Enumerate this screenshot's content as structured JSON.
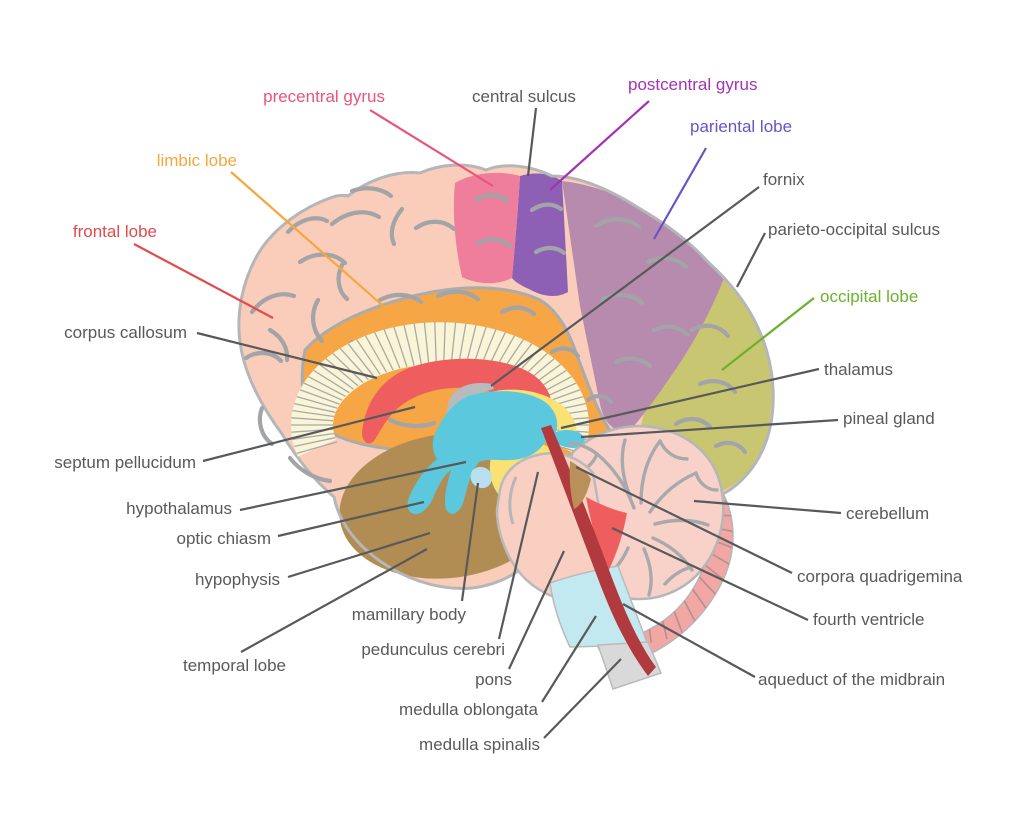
{
  "figure": {
    "kind": "labeled anatomical diagram",
    "subject_visible_text_only": true
  },
  "palette": {
    "background": "#ffffff",
    "outline_gray": "#b5b6b8",
    "sulci_gray": "#a2a4a8",
    "cortex_peach": "#f9cdb9",
    "precentral_pink": "#ef7d9c",
    "postcentral_purple": "#8d60b6",
    "parietal_mauve": "#b68bae",
    "occipital_olive": "#c9c672",
    "limbic_orange": "#f7a645",
    "corpus_callosum_cream": "#f9f5d6",
    "callosum_hatch_gray": "#a9a9a9",
    "septum_red": "#ee5e5e",
    "fornix_gray": "#b9babc",
    "midbrain_yellow": "#f9e173",
    "thalamus_cyan": "#5cc8dd",
    "mamillary_blue": "#b7dfee",
    "temporal_brown": "#b18d53",
    "pons_peach": "#f9cfc1",
    "cerebellum_pink": "#f8d2c8",
    "cerebellum_rim": "#f2a7a4",
    "rim_ridge": "#b3908e",
    "branch_gray": "#a7a9ac",
    "medulla_oblongata_cyan": "#c3e9f0",
    "medulla_spinalis_gray": "#d9d9da",
    "aqueduct_dark_red": "#b13a3e",
    "fourth_ventricle_red": "#ee5e5e",
    "quadrigemina_tan": "#b9905a"
  },
  "labels": [
    {
      "id": "precentral-gyrus",
      "text": "precentral gyrus",
      "color": "#e9537e"
    },
    {
      "id": "central-sulcus",
      "text": "central sulcus",
      "color": "#58595b"
    },
    {
      "id": "postcentral-gyrus",
      "text": "postcentral gyrus",
      "color": "#a233b2"
    },
    {
      "id": "pariental-lobe",
      "text": "pariental lobe",
      "color": "#6a52c6"
    },
    {
      "id": "limbic-lobe",
      "text": "limbic lobe",
      "color": "#f6a63c"
    },
    {
      "id": "frontal-lobe",
      "text": "frontal lobe",
      "color": "#e14b4c"
    },
    {
      "id": "fornix",
      "text": "fornix",
      "color": "#58595b"
    },
    {
      "id": "parieto-occipital-sulcus",
      "text": "parieto-occipital sulcus",
      "color": "#58595b"
    },
    {
      "id": "occipital-lobe",
      "text": "occipital lobe",
      "color": "#6ab12f"
    },
    {
      "id": "corpus-callosum",
      "text": "corpus callosum",
      "color": "#58595b"
    },
    {
      "id": "thalamus",
      "text": "thalamus",
      "color": "#58595b"
    },
    {
      "id": "pineal-gland",
      "text": "pineal gland",
      "color": "#58595b"
    },
    {
      "id": "septum-pellucidum",
      "text": "septum pellucidum",
      "color": "#58595b"
    },
    {
      "id": "hypothalamus",
      "text": "hypothalamus",
      "color": "#58595b"
    },
    {
      "id": "optic-chiasm",
      "text": "optic chiasm",
      "color": "#58595b"
    },
    {
      "id": "hypophysis",
      "text": "hypophysis",
      "color": "#58595b"
    },
    {
      "id": "cerebellum",
      "text": "cerebellum",
      "color": "#58595b"
    },
    {
      "id": "corpora-quadrigemina",
      "text": "corpora quadrigemina",
      "color": "#58595b"
    },
    {
      "id": "mamillary-body",
      "text": "mamillary body",
      "color": "#58595b"
    },
    {
      "id": "fourth-ventricle",
      "text": "fourth ventricle",
      "color": "#58595b"
    },
    {
      "id": "temporal-lobe",
      "text": "temporal lobe",
      "color": "#58595b"
    },
    {
      "id": "pedunculus-cerebri",
      "text": "pedunculus cerebri",
      "color": "#58595b"
    },
    {
      "id": "pons",
      "text": "pons",
      "color": "#58595b"
    },
    {
      "id": "aqueduct-of-the-midbrain",
      "text": "aqueduct of the midbrain",
      "color": "#58595b"
    },
    {
      "id": "medulla-oblongata",
      "text": "medulla oblongata",
      "color": "#58595b"
    },
    {
      "id": "medulla-spinalis",
      "text": "medulla spinalis",
      "color": "#58595b"
    }
  ]
}
